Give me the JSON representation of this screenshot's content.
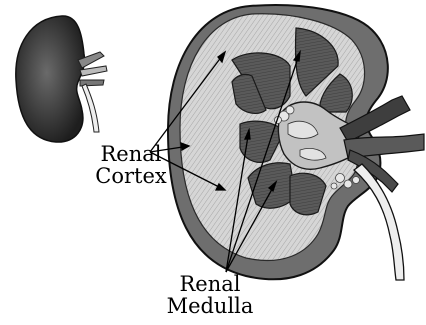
{
  "labels": {
    "cortex": [
      "Renal",
      "Cortex"
    ],
    "medulla": [
      "Renal",
      "Medulla"
    ]
  },
  "colors": {
    "outline": "#1a1a1a",
    "cortex_fill": "#d4d4d4",
    "capsule_fill": "#6e6e6e",
    "pyramid_fill": "#555555",
    "pelvis_fill": "#bdbdbd",
    "vessel_dark": "#3a3a3a",
    "ureter_fill": "#ececec"
  },
  "icons": [
    "small-kidney-icon"
  ]
}
